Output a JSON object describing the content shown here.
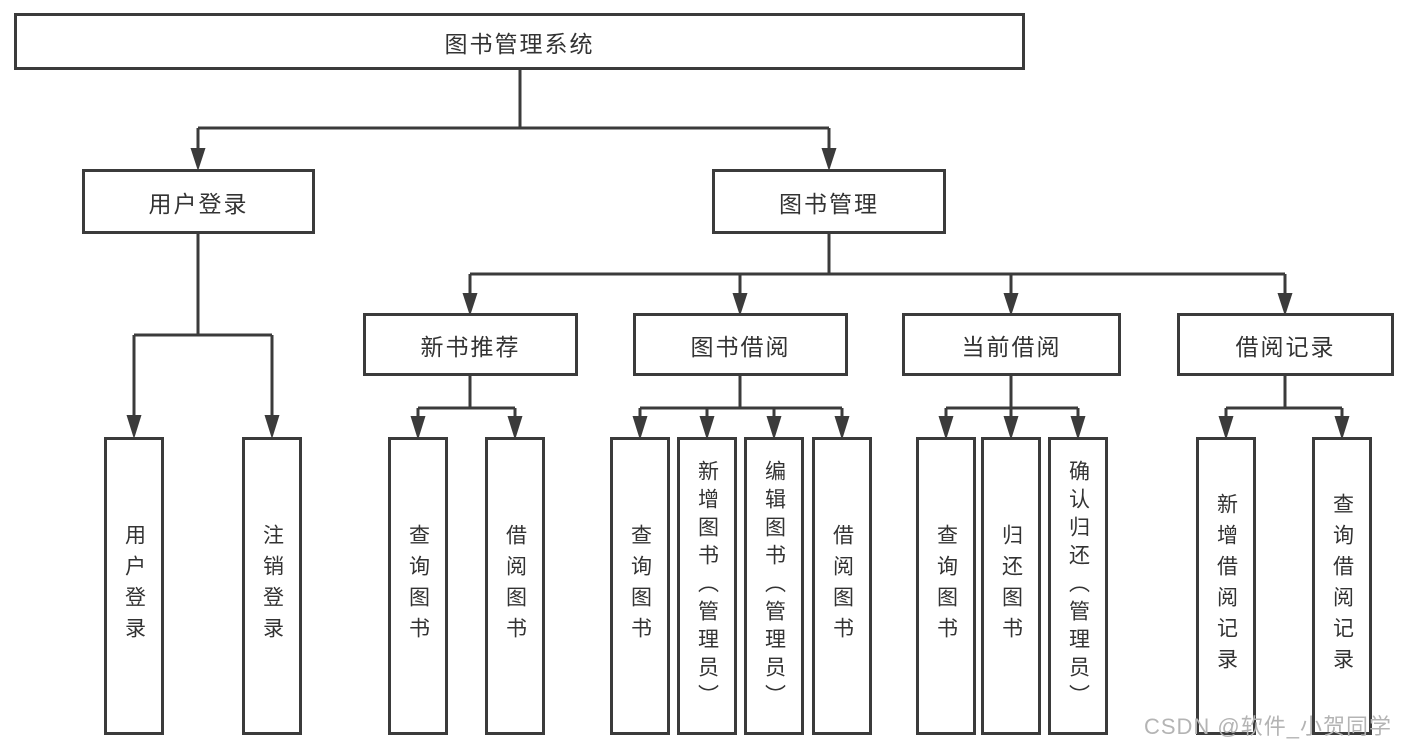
{
  "diagram": {
    "root": {
      "label": "图书管理系统",
      "children": [
        {
          "label": "用户登录",
          "children": [
            {
              "label": "用户登录"
            },
            {
              "label": "注销登录"
            }
          ]
        },
        {
          "label": "图书管理",
          "children": [
            {
              "label": "新书推荐",
              "children": [
                {
                  "label": "查询图书"
                },
                {
                  "label": "借阅图书"
                }
              ]
            },
            {
              "label": "图书借阅",
              "children": [
                {
                  "label": "查询图书"
                },
                {
                  "label": "新增图书（管理员）"
                },
                {
                  "label": "编辑图书（管理员）"
                },
                {
                  "label": "借阅图书"
                }
              ]
            },
            {
              "label": "当前借阅",
              "children": [
                {
                  "label": "查询图书"
                },
                {
                  "label": "归还图书"
                },
                {
                  "label": "确认归还（管理员）"
                }
              ]
            },
            {
              "label": "借阅记录",
              "children": [
                {
                  "label": "新增借阅记录"
                },
                {
                  "label": "查询借阅记录"
                }
              ]
            }
          ]
        }
      ]
    }
  },
  "watermark": {
    "text": "CSDN @软件_小贺同学"
  },
  "colors": {
    "line": "#3b3b3b",
    "text": "#333333",
    "watermark": "#b4b4b4",
    "background": "#ffffff"
  }
}
